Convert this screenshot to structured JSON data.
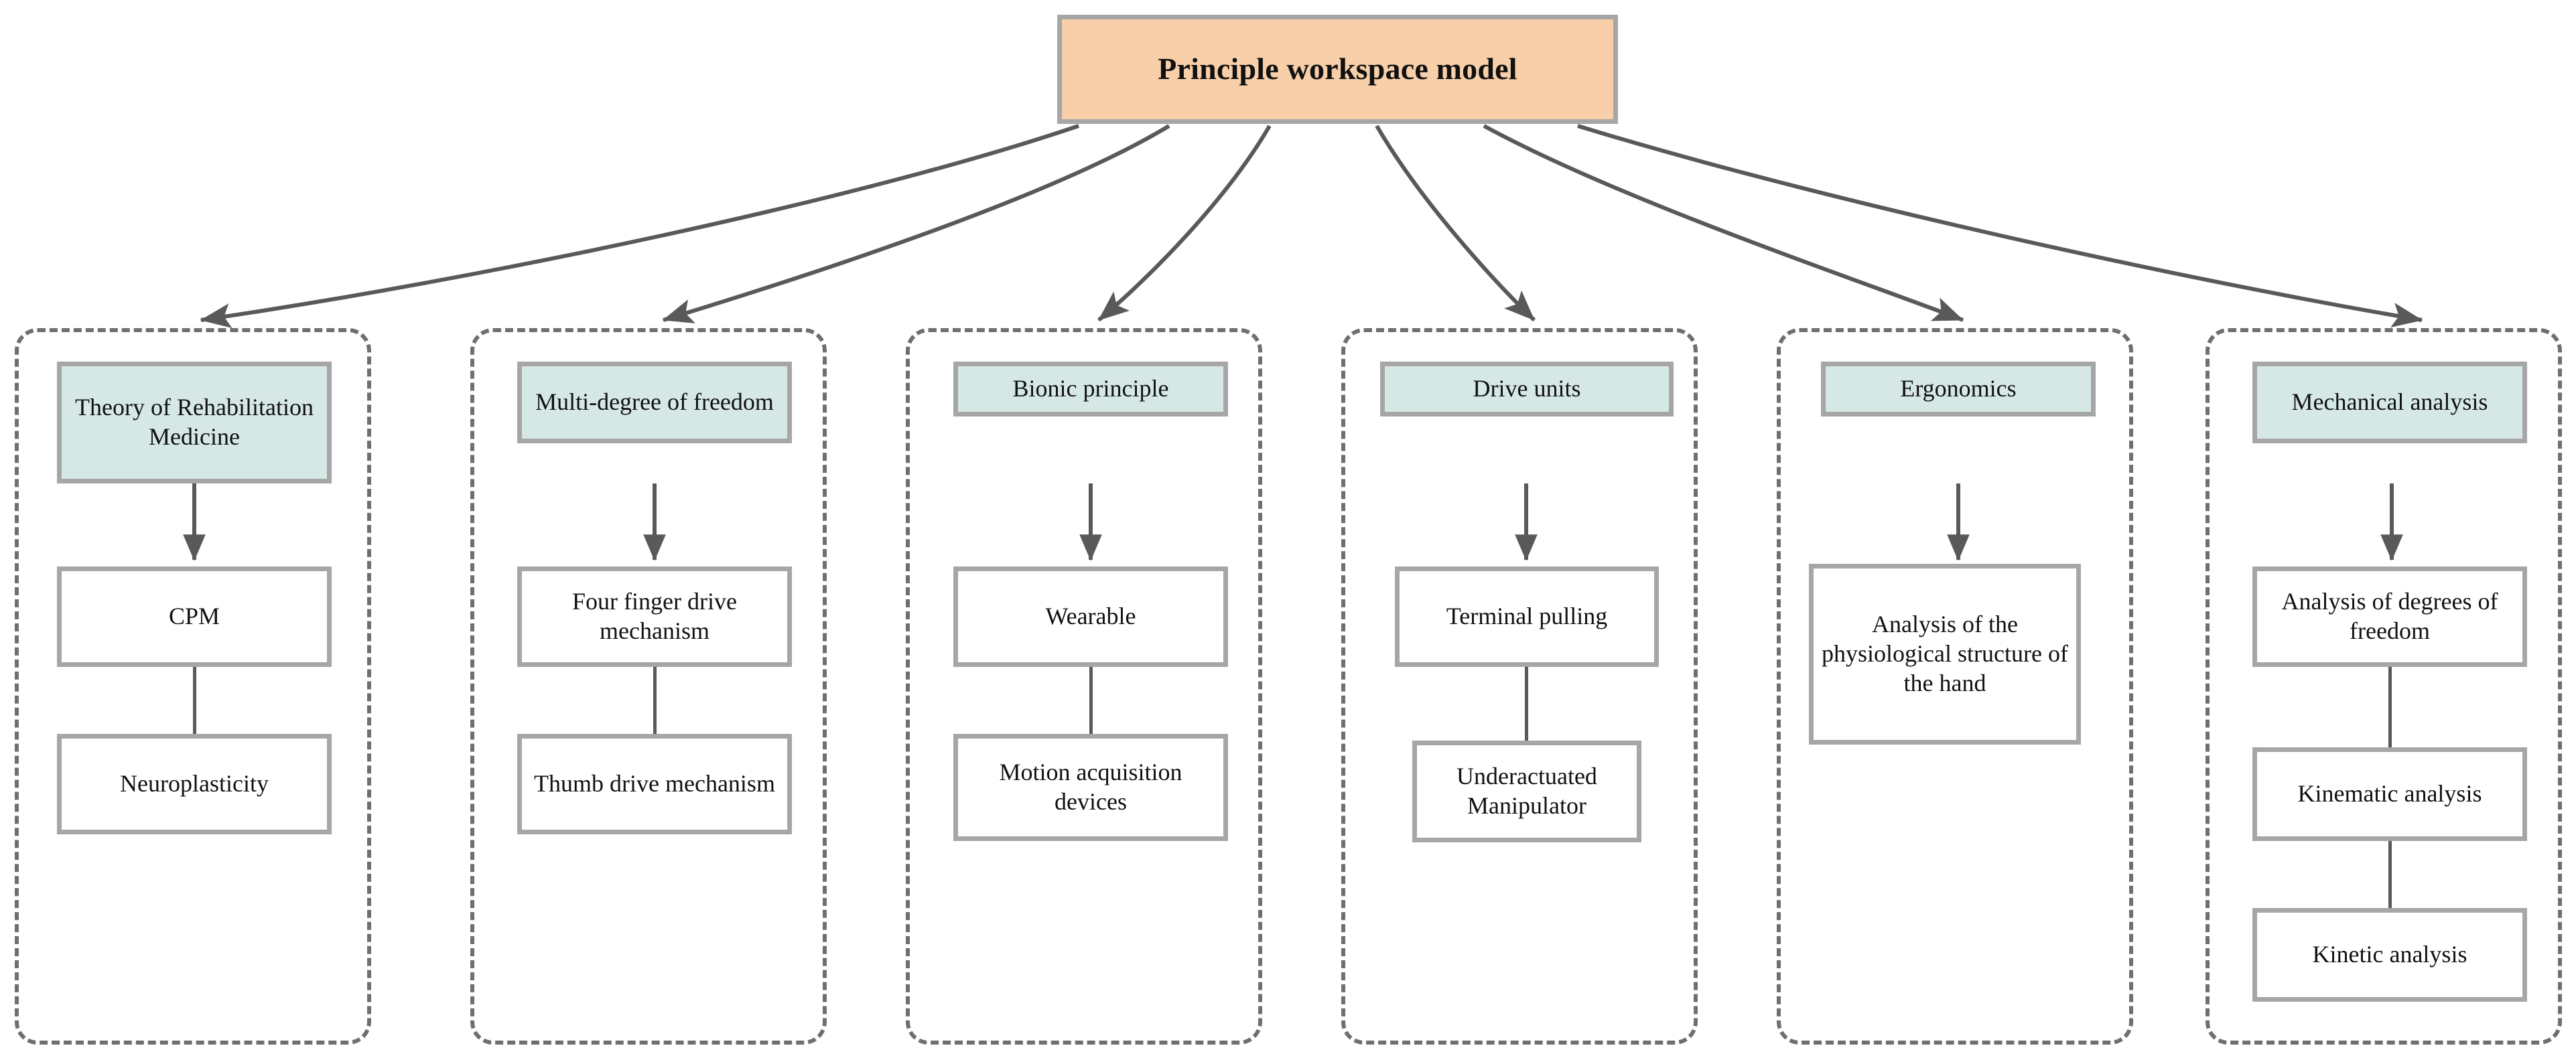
{
  "diagram": {
    "root": {
      "label": "Principle workspace model",
      "fill": "#f8cfa9",
      "stroke": "#a6a6a6"
    },
    "colors": {
      "header_fill": "#d5e8e5",
      "node_fill": "#ffffff",
      "node_stroke": "#a6a6a6",
      "group_stroke": "#6f6f6f",
      "arrow": "#595959",
      "text": "#111111"
    },
    "branches": [
      {
        "id": "rehab",
        "header": "Theory of Rehabilitation Medicine",
        "nodes": [
          "CPM",
          "Neuroplasticity"
        ]
      },
      {
        "id": "dof",
        "header": "Multi-degree of freedom",
        "nodes": [
          "Four finger drive mechanism",
          "Thumb drive mechanism"
        ]
      },
      {
        "id": "bionic",
        "header": "Bionic principle",
        "nodes": [
          "Wearable",
          "Motion acquisition devices"
        ]
      },
      {
        "id": "drive",
        "header": "Drive units",
        "nodes": [
          "Terminal pulling",
          "Underactuated Manipulator"
        ]
      },
      {
        "id": "ergonomics",
        "header": "Ergonomics",
        "nodes": [
          "Analysis of the physiological structure of the hand"
        ]
      },
      {
        "id": "mechanical",
        "header": "Mechanical analysis",
        "nodes": [
          "Analysis of degrees of freedom",
          "Kinematic analysis",
          "Kinetic analysis"
        ]
      }
    ]
  }
}
